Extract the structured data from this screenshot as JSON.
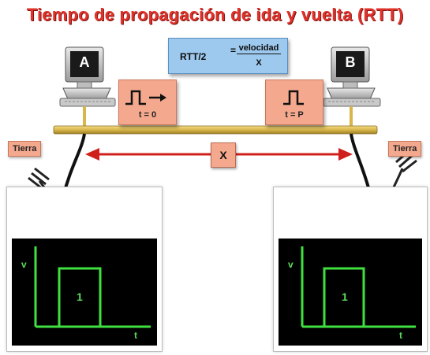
{
  "title": "Tiempo de propagación de ida y vuelta (RTT)",
  "formula": {
    "lhs": "RTT/2",
    "equals": "=",
    "numerator": "velocidad",
    "denominator": "X"
  },
  "computers": [
    {
      "label": "A"
    },
    {
      "label": "B"
    }
  ],
  "pulses": [
    {
      "label": "t = 0"
    },
    {
      "label": "t = P"
    }
  ],
  "distance_label": "X",
  "ground_labels": [
    "Tierra",
    "Tierra"
  ],
  "oscilloscope_traces": [
    {
      "y_axis": "v",
      "x_axis": "t",
      "pulse_label": "1"
    },
    {
      "y_axis": "v",
      "x_axis": "t",
      "pulse_label": "1"
    }
  ],
  "colors": {
    "title": "#e0322a",
    "formula_bg": "#9ec9ee",
    "pulse_bg": "#f4a98e",
    "bus": "#d8b64a",
    "arrow": "#d0201c",
    "trace": "#3fe03f",
    "screen": "#000000"
  }
}
